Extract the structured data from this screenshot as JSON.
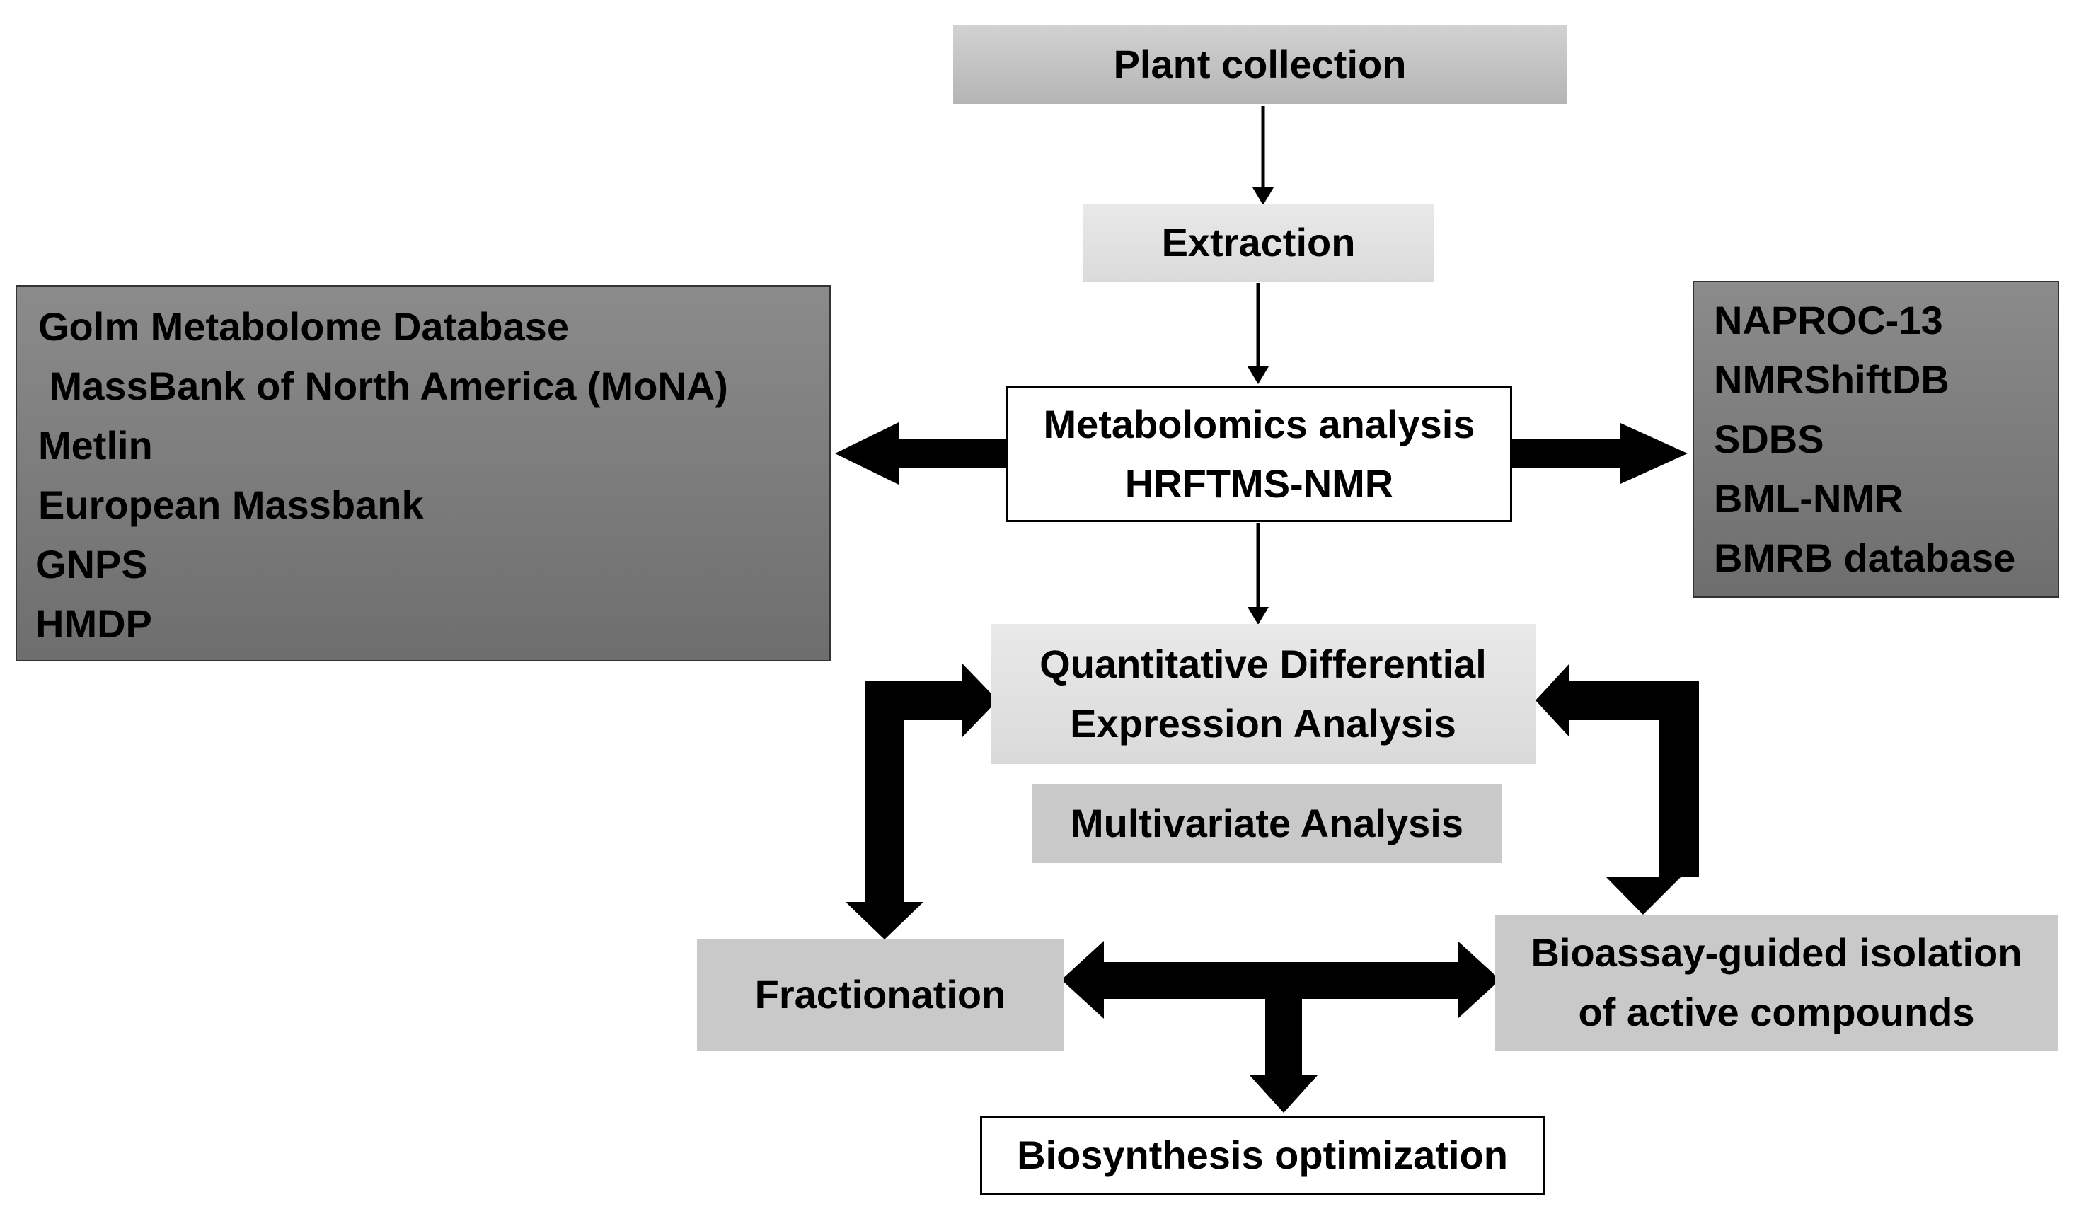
{
  "nodes": {
    "plant_collection": "Plant collection",
    "extraction": "Extraction",
    "metabolomics": {
      "line1": "Metabolomics analysis",
      "line2": "HRFTMS-NMR"
    },
    "ms_databases": [
      "Golm Metabolome Database",
      " MassBank of North America (MoNA)",
      "Metlin",
      "European Massbank",
      "GNPS",
      "HMDP"
    ],
    "nmr_databases": [
      "NAPROC-13",
      "NMRShiftDB",
      "SDBS",
      "BML-NMR",
      "BMRB database"
    ],
    "quantitative": {
      "line1": "Quantitative Differential",
      "line2": "Expression Analysis"
    },
    "multivariate": "Multivariate Analysis",
    "fractionation": "Fractionation",
    "bioassay": {
      "line1": "Bioassay-guided isolation",
      "line2": "of active compounds"
    },
    "biosynthesis": "Biosynthesis optimization"
  },
  "colors": {
    "arrow": "#000000",
    "light_box": "#c8c8c8",
    "dark_box": "#7a7a7a",
    "outline_box": "#ffffff"
  }
}
